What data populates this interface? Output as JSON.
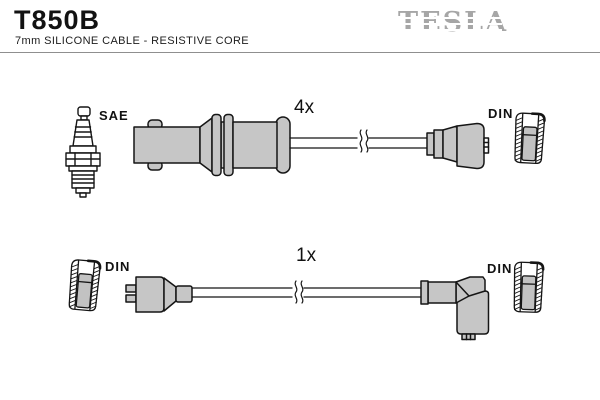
{
  "header": {
    "part_number": "T850B",
    "subtitle": "7mm SILICONE CABLE -  RESISTIVE CORE",
    "brand": "TESLA"
  },
  "top_assembly": {
    "plug_type_label": "SAE",
    "quantity": "4x",
    "terminal_type_label": "DIN"
  },
  "bottom_assembly": {
    "left_terminal_label": "DIN",
    "quantity": "1x",
    "right_terminal_label": "DIN"
  },
  "icons": [
    "spark-plug-icon",
    "straight-boot-sae-icon",
    "straight-boot-din-icon",
    "elbow-boot-din-icon",
    "cable-break-icon",
    "din-terminal-section-icon"
  ],
  "colors": {
    "background": "#ffffff",
    "outline": "#151515",
    "boot_fill": "#c6c6c6",
    "terminal_insert_fill": "#c2c2c2",
    "logo_gray": "#a6a6a6",
    "divider_gray": "#8f8f8f",
    "text": "#111111"
  }
}
